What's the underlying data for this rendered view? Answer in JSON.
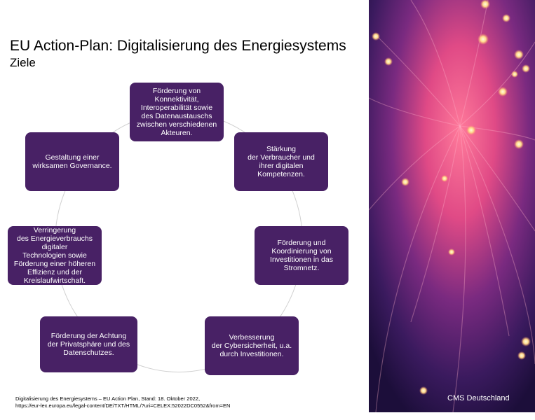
{
  "slide": {
    "title": "EU Action-Plan: Digitalisierung des Energiesystems",
    "subtitle": "Ziele"
  },
  "goals": [
    "Förderung von\nKonnektivität,\nInteroperabilität sowie\ndes Datenaustauschs\nzwischen verschiedenen\nAkteuren.",
    "Stärkung\nder Verbraucher und\nihrer digitalen\nKompetenzen.",
    "Förderung und\nKoordinierung von\nInvestitionen in das\nStromnetz.",
    "Verbesserung\nder Cybersicherheit, u.a.\ndurch Investitionen.",
    "Förderung der Achtung\nder Privatsphäre und des\nDatenschutzes.",
    "Verringerung\ndes Energieverbrauchs\ndigitaler\nTechnologien sowie\nFörderung einer höheren\nEffizienz und der\nKreislaufwirtschaft.",
    "Gestaltung einer\nwirksamen Governance."
  ],
  "footnote": {
    "line1": "Digitalisierung des Energiesystems – EU Action Plan, Stand: 18. Oktober 2022,",
    "line2": "https://eur-lex.europa.eu/legal-content/DE/TXT/HTML/?uri=CELEX:52022DC0552&from=EN"
  },
  "brand": "CMS Deutschland",
  "colors": {
    "box_fill": "#482165",
    "box_text": "#ffffff",
    "ring": "#d0d0d0"
  },
  "image": {
    "description_icon": "fiber-optic-photo"
  }
}
